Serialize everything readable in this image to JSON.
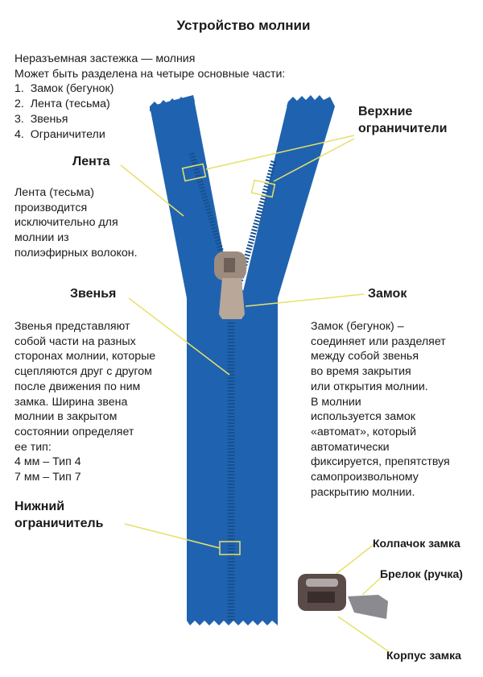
{
  "title": "Устройство молнии",
  "intro": {
    "line1": "Неразъемная застежка — молния",
    "line2": "Может быть разделена на четыре основные части:",
    "parts": [
      "1.  Замок (бегунок)",
      "2.  Лента (тесьма)",
      "3.  Звенья",
      "4.  Ограничители"
    ]
  },
  "labels": {
    "top_stops": "Верхние\nограничители",
    "tape": "Лента",
    "teeth": "Звенья",
    "slider": "Замок",
    "bottom_stop": "Нижний\nограничитель",
    "cap": "Колпачок замка",
    "pull": "Брелок (ручка)",
    "body": "Корпус замка"
  },
  "descriptions": {
    "tape": "Лента (тесьма)\nпроизводится\nисключительно для\nмолнии            из\nполиэфирных волокон.",
    "teeth": "Звенья представляют\nсобой части на разных\nсторонах молнии, которые\nсцепляются друг с другом\nпосле движения по ним\nзамка. Ширина звена\nмолнии в закрытом\nсостоянии определяет\nее тип:\n4 мм – Тип 4\n7 мм – Тип 7",
    "slider": "Замок (бегунок) –\nсоединяет или разделяет\nмежду собой звенья\nво время закрытия\nили открытия молнии.\nВ молнии\nиспользуется замок\n«автомат», который\nавтоматически\nфиксируется, препятствуя\nсамопроизвольному\nраскрытию молнии."
  },
  "colors": {
    "tape": "#1f63b0",
    "tape_dark": "#17508f",
    "leader": "#e8e06a",
    "slider": "#b9a79a"
  }
}
